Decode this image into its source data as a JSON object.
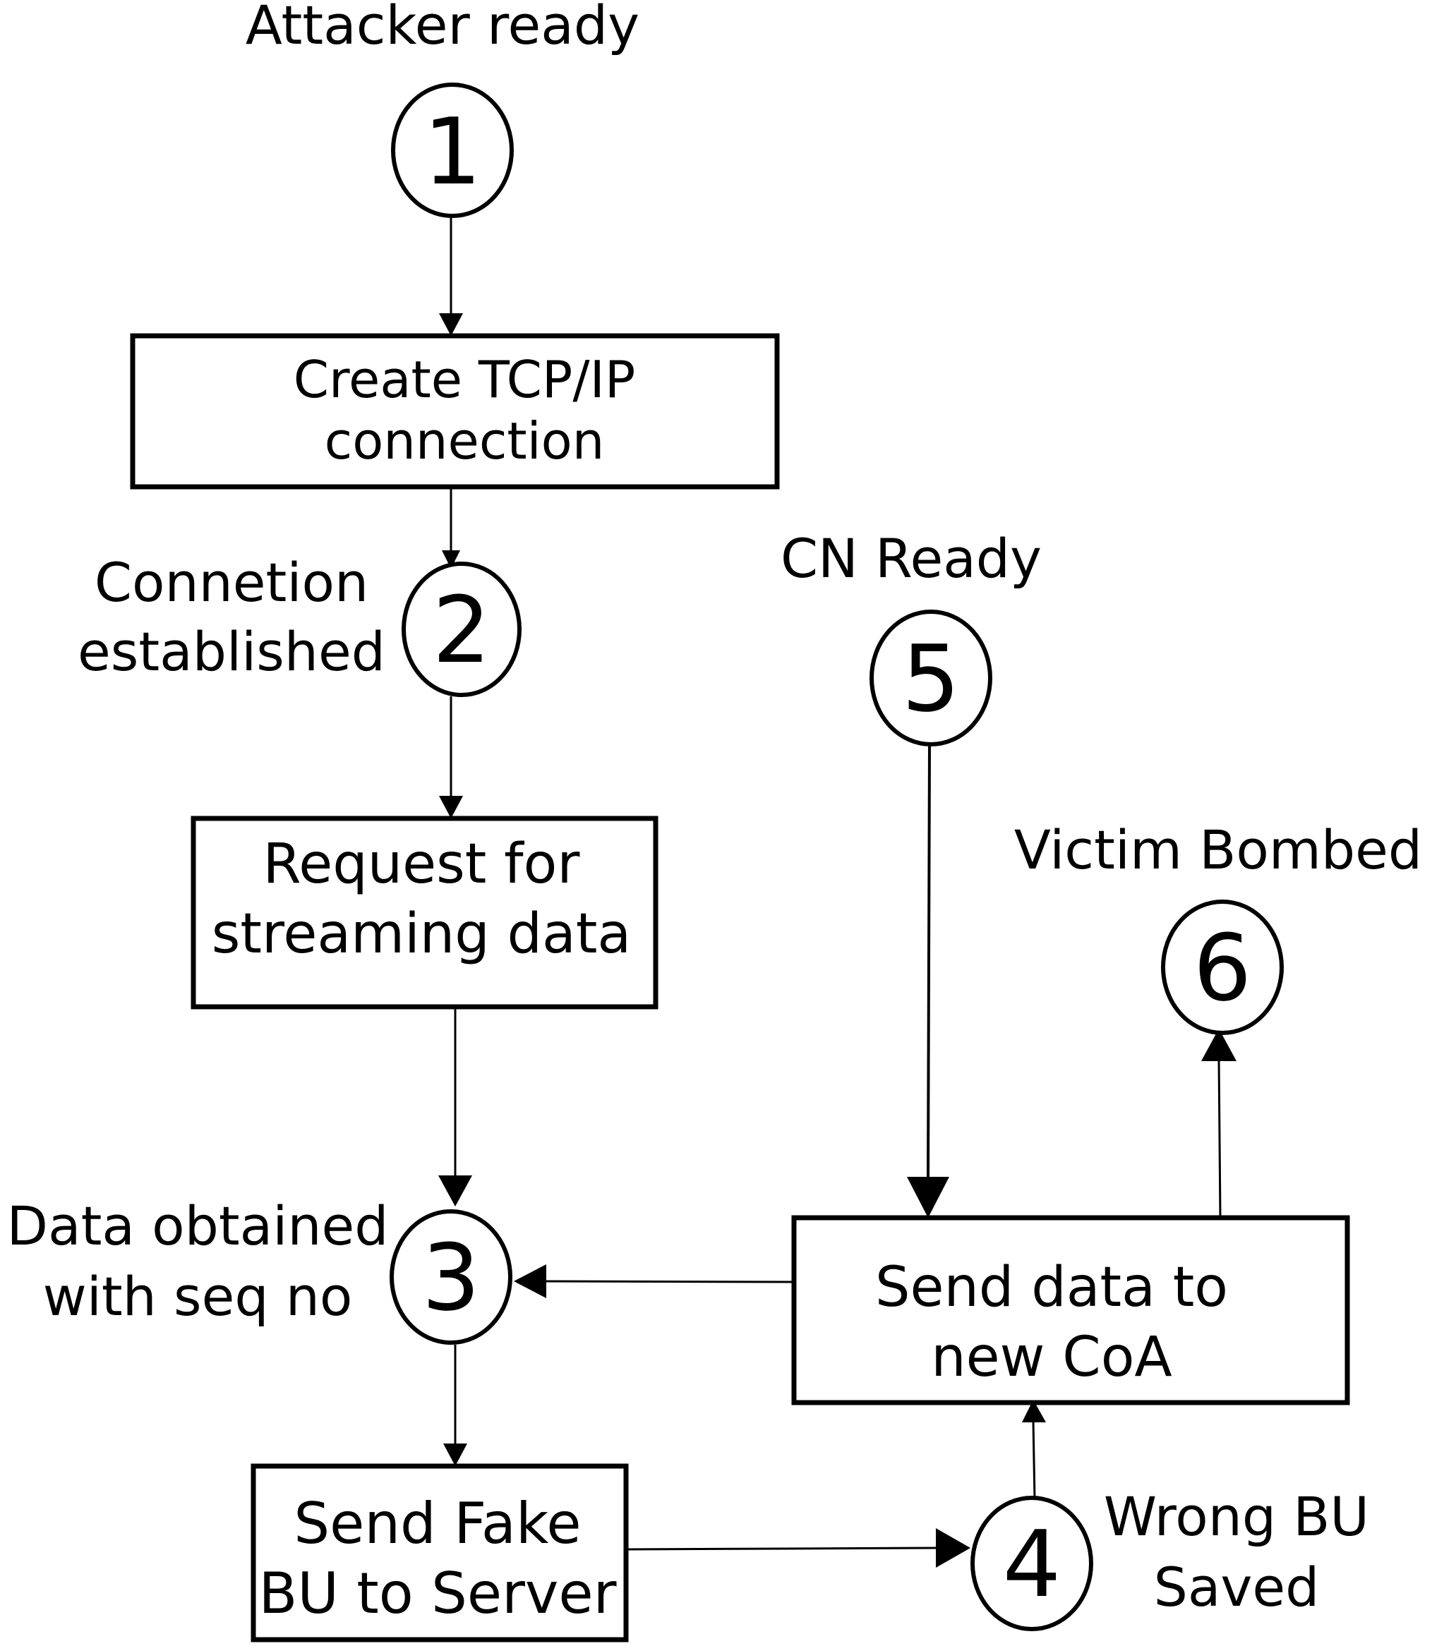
{
  "diagram": {
    "states": [
      {
        "id": "s1",
        "number": "1",
        "caption": [
          "Attacker ready"
        ]
      },
      {
        "id": "s2",
        "number": "2",
        "caption": [
          "Connetion",
          "established"
        ]
      },
      {
        "id": "s3",
        "number": "3",
        "caption": [
          "Data obtained",
          "with seq no"
        ]
      },
      {
        "id": "s4",
        "number": "4",
        "caption": [
          "Wrong BU",
          "Saved"
        ]
      },
      {
        "id": "s5",
        "number": "5",
        "caption": [
          "CN Ready"
        ]
      },
      {
        "id": "s6",
        "number": "6",
        "caption": [
          "Victim Bombed"
        ]
      }
    ],
    "actions": [
      {
        "id": "a1",
        "lines": [
          "Create TCP/IP",
          "connection"
        ]
      },
      {
        "id": "a2",
        "lines": [
          "Request for",
          "streaming data"
        ]
      },
      {
        "id": "a3",
        "lines": [
          "Send Fake",
          "BU to Server"
        ]
      },
      {
        "id": "a4",
        "lines": [
          "Send data to",
          "new CoA"
        ]
      }
    ],
    "edges": [
      {
        "from": "s1",
        "to": "a1"
      },
      {
        "from": "a1",
        "to": "s2"
      },
      {
        "from": "s2",
        "to": "a2"
      },
      {
        "from": "a2",
        "to": "s3"
      },
      {
        "from": "s3",
        "to": "a3"
      },
      {
        "from": "a3",
        "to": "s4"
      },
      {
        "from": "s4",
        "to": "a4"
      },
      {
        "from": "s5",
        "to": "a4"
      },
      {
        "from": "a4",
        "to": "s3"
      },
      {
        "from": "a4",
        "to": "s6"
      }
    ],
    "colors": {
      "stroke": "#000000",
      "fill": "#ffffff",
      "text": "#000000"
    }
  }
}
